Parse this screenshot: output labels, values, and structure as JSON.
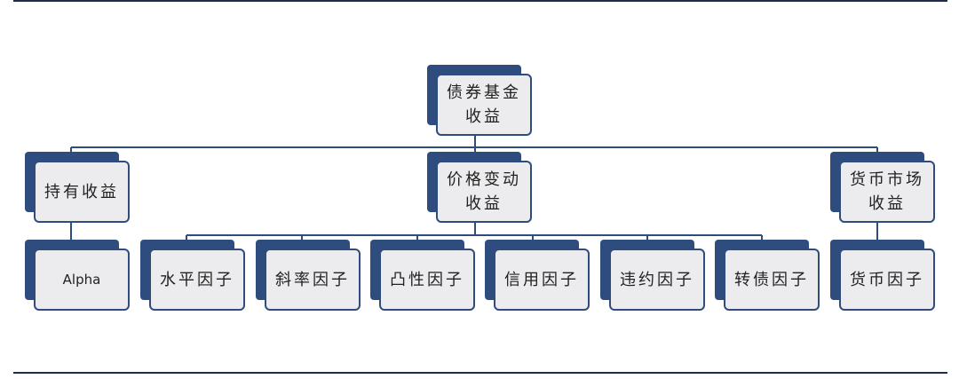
{
  "root": {
    "label": "债券基金\n收益"
  },
  "categories": [
    {
      "label": "持有收益",
      "children": [
        "Alpha"
      ]
    },
    {
      "label": "价格变动\n收益",
      "children": [
        "水平因子",
        "斜率因子",
        "凸性因子",
        "信用因子",
        "违约因子",
        "转债因子"
      ]
    },
    {
      "label": "货币市场\n收益",
      "children": [
        "货币因子"
      ]
    }
  ],
  "colors": {
    "node_border": "#2f4c7e",
    "node_shadow": "#2f4c7e",
    "node_fill": "#ececee",
    "rule": "#1f2d4d"
  }
}
